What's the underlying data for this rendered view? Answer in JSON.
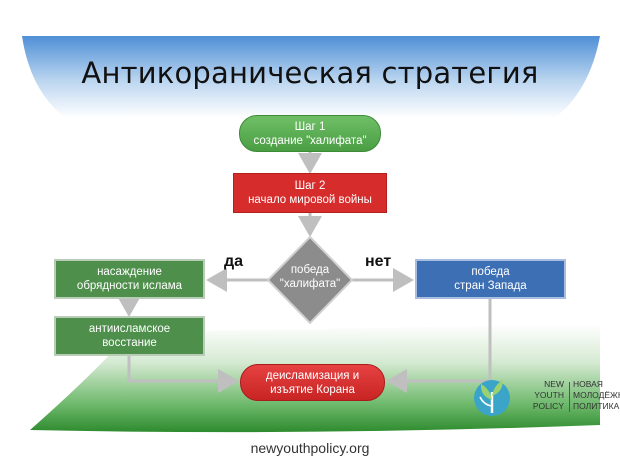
{
  "title": "Антикораническая стратегия",
  "nodes": {
    "step1": [
      "Шаг 1",
      "создание \"халифата\""
    ],
    "step2": [
      "Шаг 2",
      "начало мировой войны"
    ],
    "decision": [
      "победа",
      "\"халифата\""
    ],
    "yes_box": [
      "насаждение",
      "обрядности ислама"
    ],
    "uprising": [
      "антиисламское",
      "восстание"
    ],
    "no_box": [
      "победа",
      "стран Запада"
    ],
    "outcome": [
      "деисламизация и",
      "изъятие Корана"
    ]
  },
  "branches": {
    "yes": "да",
    "no": "нет"
  },
  "logo": {
    "left": [
      "NEW",
      "YOUTH",
      "POLICY"
    ],
    "right": [
      "НОВАЯ",
      "МОЛОДЁЖНАЯ",
      "ПОЛИТИКА"
    ]
  },
  "website": "newyouthpolicy.org",
  "colors": {
    "top_banner": "#4f8fd6",
    "bottom_banner": "#2e8b2e",
    "green_node": "#4f8f4c",
    "red_node": "#d72c2c",
    "blue_node": "#3d6fb5",
    "decision": "#8c8c8c",
    "connector": "#bfbfbf"
  }
}
